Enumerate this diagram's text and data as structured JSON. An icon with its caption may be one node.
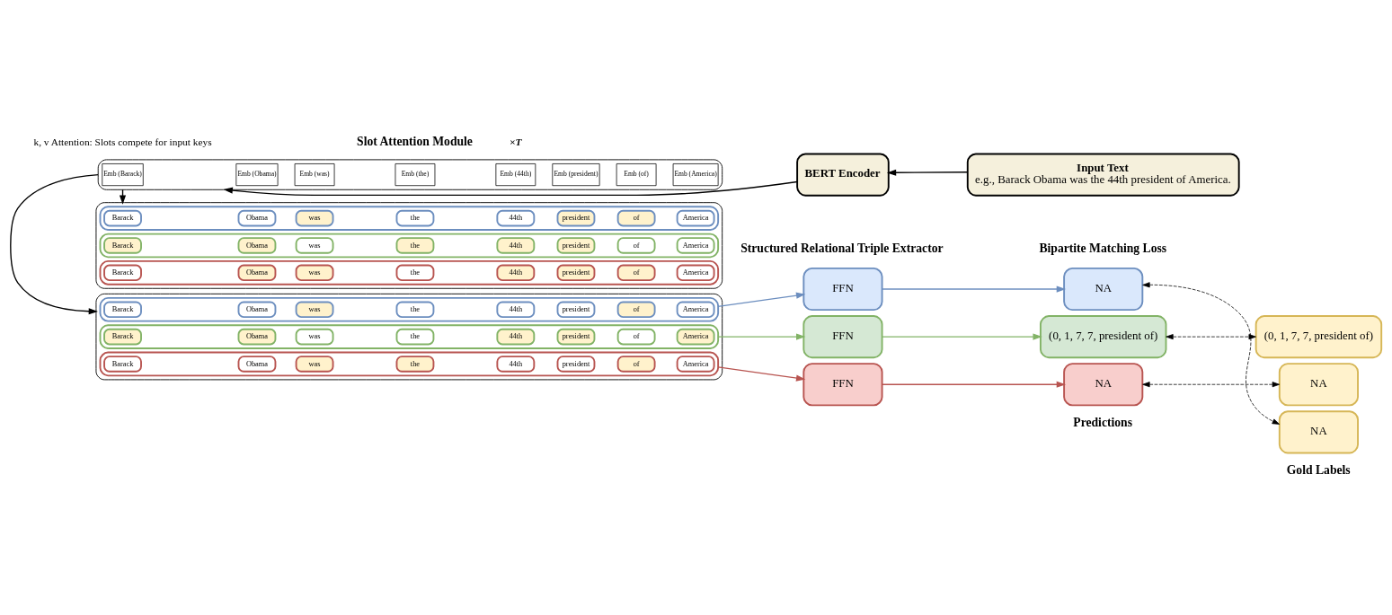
{
  "diagram": {
    "nodes": [
      {
        "text": [],
        "shape": "box"
      },
      {
        "text": [],
        "shape": "box",
        "in": 0
      },
      {
        "text": [
          "Barack"
        ],
        "in": 1
      },
      {
        "text": [
          "Obama"
        ],
        "in": 1
      },
      {
        "text": [
          "was"
        ],
        "in": 1
      },
      {
        "text": [
          "the"
        ],
        "in": 1
      },
      {
        "text": [
          "44th"
        ],
        "in": 1
      },
      {
        "text": [
          "president"
        ],
        "in": 1
      },
      {
        "text": [
          "of"
        ],
        "in": 1
      },
      {
        "text": [
          "America"
        ],
        "in": 1
      },
      {
        "text": [],
        "shape": "box",
        "in": 0
      },
      {
        "text": [
          "Barack"
        ],
        "in": 10
      },
      {
        "text": [
          "Obama"
        ],
        "in": 10
      },
      {
        "text": [
          "was"
        ],
        "in": 10
      },
      {
        "text": [
          "the"
        ],
        "in": 10
      },
      {
        "text": [
          "44th"
        ],
        "in": 10
      },
      {
        "text": [
          "president"
        ],
        "in": 10
      },
      {
        "text": [
          "of"
        ],
        "in": 10
      },
      {
        "text": [
          "America"
        ],
        "in": 10
      },
      {
        "text": [],
        "shape": "box",
        "in": 0
      },
      {
        "text": [
          "Barack"
        ],
        "in": 19
      },
      {
        "text": [
          "Obama"
        ],
        "in": 19
      },
      {
        "text": [
          "was"
        ],
        "in": 19
      },
      {
        "text": [
          "the"
        ],
        "in": 19
      },
      {
        "text": [
          "44th"
        ],
        "in": 19
      },
      {
        "text": [
          "president"
        ],
        "in": 19
      },
      {
        "text": [
          "of"
        ],
        "in": 19
      },
      {
        "text": [
          "America"
        ],
        "in": 19
      },
      {
        "text": [],
        "shape": "box"
      },
      {
        "text": [],
        "shape": "box",
        "in": 28
      },
      {
        "text": [
          "Barack"
        ],
        "in": 29
      },
      {
        "text": [
          "Obama"
        ],
        "in": 29
      },
      {
        "text": [
          "was"
        ],
        "in": 29
      },
      {
        "text": [
          "the"
        ],
        "in": 29
      },
      {
        "text": [
          "44th"
        ],
        "in": 29
      },
      {
        "text": [
          "president"
        ],
        "in": 29
      },
      {
        "text": [
          "of"
        ],
        "in": 29
      },
      {
        "text": [
          "America"
        ],
        "in": 29
      },
      {
        "text": [],
        "shape": "box",
        "in": 28
      },
      {
        "text": [
          "Barack"
        ],
        "in": 38
      },
      {
        "text": [
          "Obama"
        ],
        "in": 38
      },
      {
        "text": [
          "was"
        ],
        "in": 38
      },
      {
        "text": [
          "the"
        ],
        "in": 38
      },
      {
        "text": [
          "44th"
        ],
        "in": 38
      },
      {
        "text": [
          "president"
        ],
        "in": 38
      },
      {
        "text": [
          "of"
        ],
        "in": 38
      },
      {
        "text": [
          "America"
        ],
        "in": 38
      },
      {
        "text": [],
        "shape": "box",
        "in": 28
      },
      {
        "text": [
          "Barack"
        ],
        "in": 47
      },
      {
        "text": [
          "Obama"
        ],
        "in": 47
      },
      {
        "text": [
          "was"
        ],
        "in": 47
      },
      {
        "text": [
          "the"
        ],
        "in": 47
      },
      {
        "text": [
          "44th"
        ],
        "in": 47
      },
      {
        "text": [
          "president"
        ],
        "in": 47
      },
      {
        "text": [
          "of"
        ],
        "in": 47
      },
      {
        "text": [
          "America"
        ],
        "in": 47
      },
      {
        "text": [],
        "shape": "box"
      },
      {
        "text": [
          "Emb (Barack)"
        ],
        "in": 56
      },
      {
        "text": [
          "Emb (Obama)"
        ],
        "in": 56
      },
      {
        "text": [
          "Emb (was)"
        ],
        "in": 56
      },
      {
        "text": [
          "Emb (the)"
        ],
        "in": 56
      },
      {
        "text": [
          "Emb (44th)"
        ],
        "in": 56
      },
      {
        "text": [
          "Emb (president)"
        ],
        "in": 56
      },
      {
        "text": [
          "Emb (of)"
        ],
        "in": 56
      },
      {
        "text": [
          "Emb (America)"
        ],
        "in": 56
      },
      {
        "text": [
          "FFN"
        ]
      },
      {
        "text": [
          "FFN"
        ]
      },
      {
        "text": [
          "FFN"
        ]
      },
      {
        "text": [
          "NA"
        ]
      },
      {
        "text": [
          "(0, 1, 7, 7, president of)"
        ]
      },
      {
        "text": [
          "NA"
        ]
      },
      {
        "text": [
          "(0, 1, 7, 7, president of)"
        ]
      },
      {
        "text": [
          "NA"
        ]
      },
      {
        "text": [
          "NA"
        ]
      },
      {
        "text": [
          "BERT Encoder"
        ]
      },
      {
        "text": [
          "Input Text",
          "e.g., Barack Obama was the 44th president of America."
        ]
      }
    ],
    "edges": [
      {
        "from": 75,
        "to": 74,
        "arrow": "to"
      },
      {
        "from": 74,
        "to": 56,
        "arrow": "to"
      },
      {
        "from": 56,
        "to": 0,
        "arrow": "to"
      },
      {
        "from": 56,
        "to": 28,
        "arrow": "to"
      },
      {
        "from": 1,
        "to": 65,
        "arrow": "to",
        "color": "#6c8ebf"
      },
      {
        "from": 10,
        "to": 66,
        "arrow": "to",
        "color": "#82b366"
      },
      {
        "from": 19,
        "to": 67,
        "arrow": "to",
        "color": "#b85450"
      },
      {
        "from": 65,
        "to": 68,
        "arrow": "to",
        "color": "#6c8ebf"
      },
      {
        "from": 66,
        "to": 69,
        "arrow": "to",
        "color": "#82b366"
      },
      {
        "from": 67,
        "to": 70,
        "arrow": "to",
        "color": "#b85450"
      },
      {
        "from": 68,
        "to": 73,
        "arrow": "both",
        "style": "dashed"
      },
      {
        "from": 69,
        "to": 71,
        "arrow": "both",
        "style": "dashed"
      },
      {
        "from": 70,
        "to": 72,
        "arrow": "both",
        "style": "dashed"
      }
    ],
    "labels": [
      "Slot Attention Module",
      "Structured Relational Triple Extractor",
      "Bipartite Matching Loss",
      "×T",
      "k, v Attention: Slots compete for input keys",
      "Predictions",
      "Gold Labels"
    ]
  }
}
